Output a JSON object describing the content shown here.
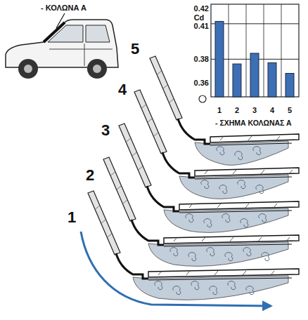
{
  "diagram": {
    "labels": [
      "- ΚΟΛΩΝΑ Α",
      "Cd",
      "0.42",
      "0.41",
      "0.38",
      "0.36",
      "1",
      "2",
      "3",
      "4",
      "5",
      "- ΣΧΗΜΑ ΚΟΛΩΝΑΣ Α",
      "5",
      "4",
      "3",
      "2",
      "1"
    ]
  }
}
